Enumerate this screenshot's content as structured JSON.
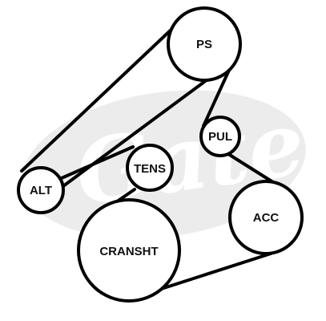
{
  "watermark": {
    "brand": "Gates"
  },
  "pulleys": [
    {
      "id": "ps",
      "label": "PS"
    },
    {
      "id": "pul",
      "label": "PUL"
    },
    {
      "id": "tens",
      "label": "TENS"
    },
    {
      "id": "alt",
      "label": "ALT"
    },
    {
      "id": "acc",
      "label": "ACC"
    },
    {
      "id": "cransht",
      "label": "CRANSHT"
    }
  ],
  "colors": {
    "line": "#000000",
    "background": "#ffffff",
    "watermark": "#ececec"
  }
}
